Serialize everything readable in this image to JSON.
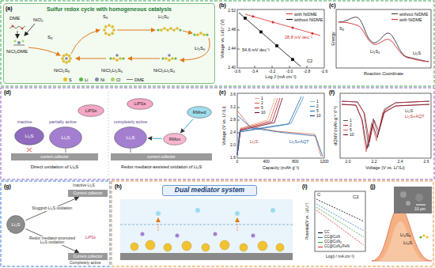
{
  "diagram": {
    "nodes": [
      {
        "text": [
          "Sulfur redox cycle with homogeneous catalysis"
        ]
      },
      {
        "text": [
          "current collector"
        ]
      },
      {
        "text": [
          "Li₂S"
        ]
      },
      {
        "text": [
          "Li₂S"
        ]
      },
      {
        "text": [
          "LiPSs"
        ]
      },
      {
        "text": [
          "current collector"
        ]
      },
      {
        "text": [
          "Li₂S"
        ]
      },
      {
        "text": [
          "LiPSs"
        ]
      },
      {
        "text": [
          "RMox"
        ]
      },
      {
        "text": [
          "RMred"
        ]
      },
      {
        "text": [
          "Li₂S"
        ]
      },
      {
        "text": [
          "Current collector"
        ]
      },
      {
        "text": [
          "Current collector"
        ]
      },
      {
        "text": [
          "Dual mediator system"
        ]
      }
    ],
    "edges": [
      {
        "from": 9,
        "to": 8,
        "arrow": "to"
      },
      {
        "from": 8,
        "to": 6,
        "arrow": "to"
      },
      {
        "from": 10,
        "to": 11,
        "label": "Sluggish Li₂S oxidation",
        "arrow": "to"
      },
      {
        "from": 10,
        "to": 12,
        "label": "Redox mediator-promoted Li₂S oxidation",
        "arrow": "to"
      }
    ],
    "labels": [
      "(a)",
      "DME",
      "NiCl₂",
      "NiCl₂DME",
      "S₈",
      "S₈",
      "Li₂S₈",
      "Li₂S₆",
      "NiCl₂S₈",
      "NiCl₂Li₂S₆",
      "NiCl₂Li₂S₄",
      "(b)",
      "Voltage vs. Li/Li⁺ (V)",
      "Log J (mA cm⁻²)",
      "-3.6",
      "-3.4",
      "-3.2",
      "-3.0",
      "-2.8",
      "-2.6",
      "2.52",
      "2.48",
      "2.44",
      "2.40",
      "28.8 mV dec⁻¹",
      "54.6 mV dec⁻¹",
      "C2",
      "(c)",
      "Energy",
      "Reaction Coordinate",
      "S₈",
      "Li₂S₄",
      "Li₂S",
      "(d)",
      "inactive",
      "partially active",
      "completely active",
      "Direct oxidation of Li₂S",
      "Redox mediator-assisted oxidation of Li₂S",
      "(e)",
      "Voltage (V vs. Li⁺/Li)",
      "Capacity (mAh g⁻¹)",
      "3.6",
      "3.2",
      "2.8",
      "2.4",
      "2.0",
      "1.6",
      "0",
      "400",
      "800",
      "1200",
      "Li₂S",
      "Li₂S+AQT",
      "(f)",
      "dQ/dV (mAh g⁻¹ V⁻¹)",
      "Voltage (V vs. Li⁺/Li)",
      "2.0",
      "2.2",
      "2.4",
      "2.6",
      "Li₂S",
      "Li₂S+AQT",
      "(g)",
      "Inactive Li₂S",
      "LiPSs",
      "Completely active",
      "(h)",
      "(i)",
      "Potential(V vs. Li/Li⁺)",
      "Log(i / mA cm⁻²)",
      "C",
      "C2",
      "(j)",
      "10 μm",
      "Li₂S₈",
      "Li₂S"
    ],
    "legend": [
      {
        "text": "S",
        "color": "#e8c21e"
      },
      {
        "text": "Li",
        "color": "#5fb548"
      },
      {
        "text": "Ni",
        "color": "#7d8aa6"
      },
      {
        "text": "Cl",
        "color": "#a6d86b"
      },
      {
        "text": "DME"
      },
      {
        "text": "with NiDME"
      },
      {
        "text": "without NiDME"
      },
      {
        "text": "without NiDME"
      },
      {
        "text": "with NiDME"
      },
      {
        "text": "1"
      },
      {
        "text": "2"
      },
      {
        "text": "5"
      },
      {
        "text": "10"
      },
      {
        "text": "1"
      },
      {
        "text": "2"
      },
      {
        "text": "5"
      },
      {
        "text": "10"
      },
      {
        "text": "1"
      },
      {
        "text": "2"
      },
      {
        "text": "5"
      },
      {
        "text": "10"
      },
      {
        "text": "CC"
      },
      {
        "text": "CC@CoN"
      },
      {
        "text": "CC@CoN₄"
      },
      {
        "text": "CC@CoN₄/FeN"
      }
    ]
  }
}
